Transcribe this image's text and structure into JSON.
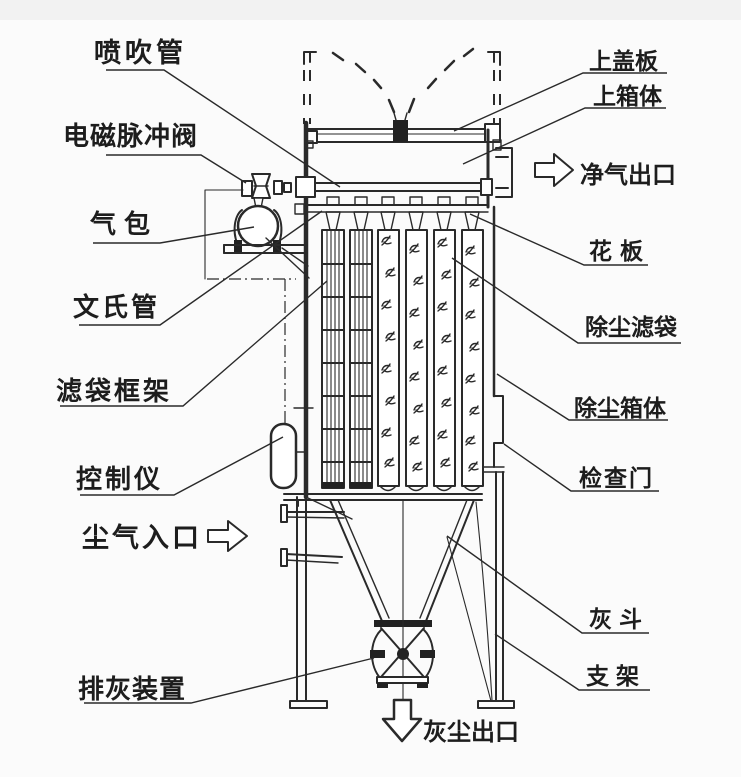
{
  "diagram_type": "pulse-jet-bag-filter-structure",
  "colors": {
    "line": "#2a2a2a",
    "background": "#fbfbfb"
  },
  "labels": {
    "blow_pipe": "喷吹管",
    "pulse_valve": "电磁脉冲阀",
    "air_bag": "气包",
    "venturi": "文氏管",
    "bag_cage": "滤袋框架",
    "controller": "控制仪",
    "dusty_gas_inlet": "尘气入口",
    "ash_discharge": "排灰装置",
    "top_cover": "上盖板",
    "upper_box": "上箱体",
    "clean_gas_outlet": "净气出口",
    "tube_sheet": "花板",
    "filter_bag": "除尘滤袋",
    "dust_box": "除尘箱体",
    "inspection_door": "检查门",
    "ash_hopper": "灰斗",
    "support": "支架",
    "dust_outlet": "灰尘出口"
  }
}
